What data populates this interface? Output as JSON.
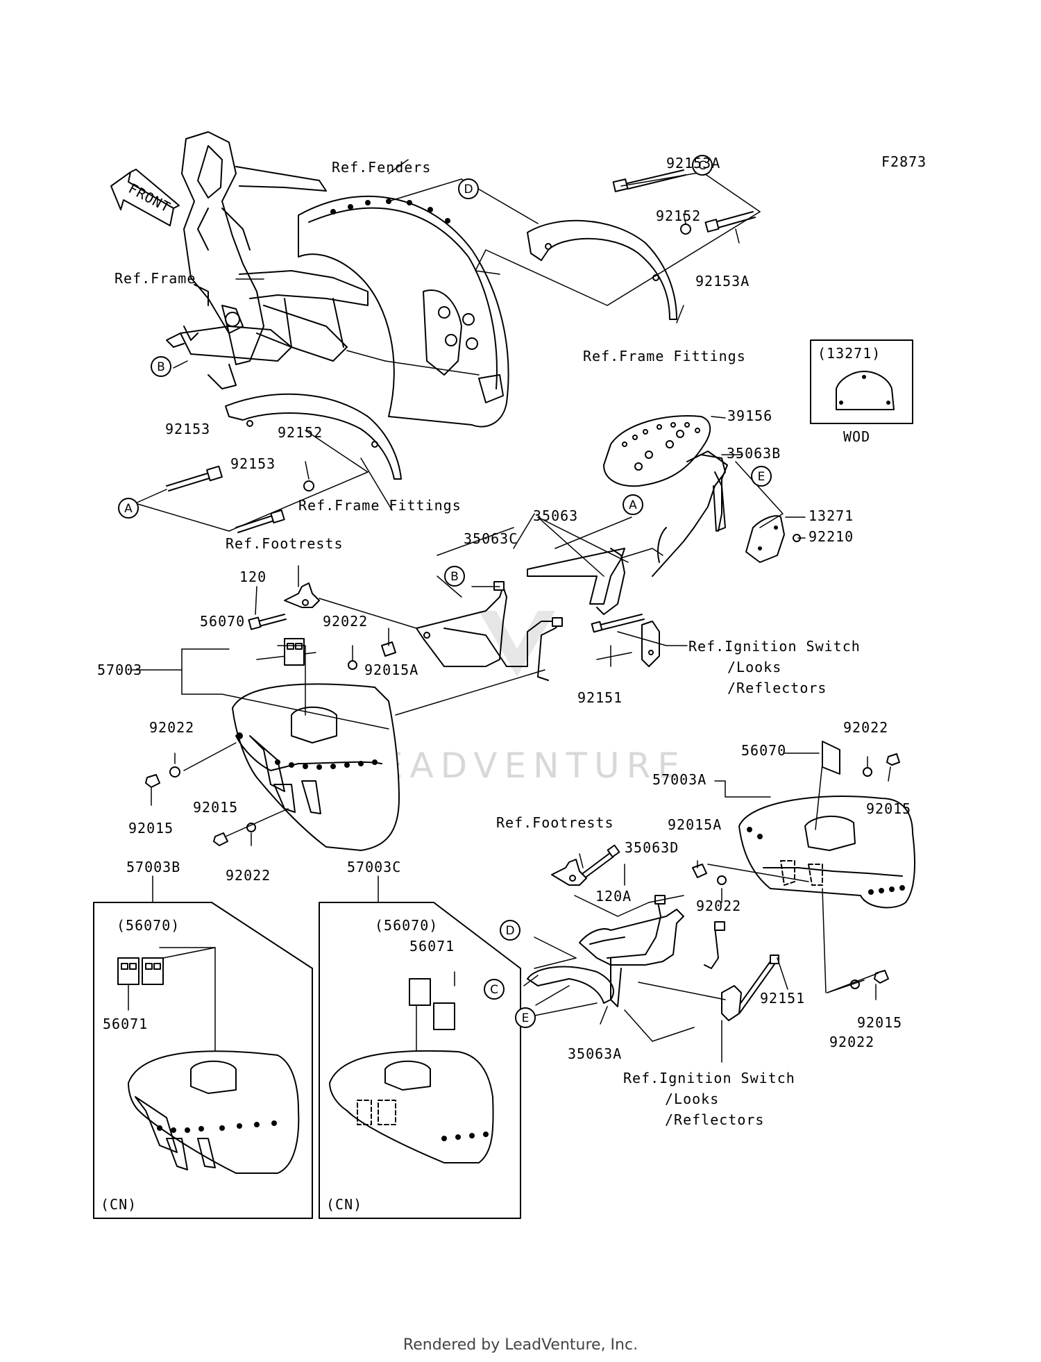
{
  "diagram": {
    "figure_code": "F2873",
    "watermark": "LEADVENTURE",
    "front_badge": "FRONT",
    "labels": [
      {
        "id": "92153A_top",
        "text": "92153A"
      },
      {
        "id": "92152_top",
        "text": "92152"
      },
      {
        "id": "92153A_right",
        "text": "92153A"
      },
      {
        "id": "ref_fenders",
        "text": "Ref.Fenders"
      },
      {
        "id": "ref_frame",
        "text": "Ref.Frame"
      },
      {
        "id": "ref_frame_fittings_top",
        "text": "Ref.Frame Fittings"
      },
      {
        "id": "ref_frame_fittings_mid",
        "text": "Ref.Frame Fittings"
      },
      {
        "id": "13271_box",
        "text": "(13271)"
      },
      {
        "id": "wod",
        "text": "WOD"
      },
      {
        "id": "39156",
        "text": "39156"
      },
      {
        "id": "35063B",
        "text": "35063B"
      },
      {
        "id": "13271",
        "text": "13271"
      },
      {
        "id": "92210",
        "text": "92210"
      },
      {
        "id": "92153_a",
        "text": "92153"
      },
      {
        "id": "92152_mid",
        "text": "92152"
      },
      {
        "id": "92153_b",
        "text": "92153"
      },
      {
        "id": "35063",
        "text": "35063"
      },
      {
        "id": "35063C",
        "text": "35063C"
      },
      {
        "id": "ref_footrests_l",
        "text": "Ref.Footrests"
      },
      {
        "id": "120",
        "text": "120"
      },
      {
        "id": "92022_a",
        "text": "92022"
      },
      {
        "id": "56070_a",
        "text": "56070"
      },
      {
        "id": "57003",
        "text": "57003"
      },
      {
        "id": "92015A_a",
        "text": "92015A"
      },
      {
        "id": "ref_ignition_l1",
        "text": "Ref.Ignition Switch"
      },
      {
        "id": "ref_ignition_l2",
        "text": "/Looks"
      },
      {
        "id": "ref_ignition_l3",
        "text": "/Reflectors"
      },
      {
        "id": "92151_a",
        "text": "92151"
      },
      {
        "id": "92022_b",
        "text": "92022"
      },
      {
        "id": "92015_a",
        "text": "92015"
      },
      {
        "id": "92015_b",
        "text": "92015"
      },
      {
        "id": "92022_c",
        "text": "92022"
      },
      {
        "id": "92022_d",
        "text": "92022"
      },
      {
        "id": "56070_b",
        "text": "56070"
      },
      {
        "id": "57003A",
        "text": "57003A"
      },
      {
        "id": "92015_c",
        "text": "92015"
      },
      {
        "id": "ref_footrests_r",
        "text": "Ref.Footrests"
      },
      {
        "id": "92015A_b",
        "text": "92015A"
      },
      {
        "id": "35063D",
        "text": "35063D"
      },
      {
        "id": "120A",
        "text": "120A"
      },
      {
        "id": "92022_e",
        "text": "92022"
      },
      {
        "id": "57003B",
        "text": "57003B"
      },
      {
        "id": "57003C",
        "text": "57003C"
      },
      {
        "id": "56070_p1",
        "text": "(56070)"
      },
      {
        "id": "56070_p2",
        "text": "(56070)"
      },
      {
        "id": "56071_a",
        "text": "56071"
      },
      {
        "id": "56071_b",
        "text": "56071"
      },
      {
        "id": "92151_b",
        "text": "92151"
      },
      {
        "id": "92015_d",
        "text": "92015"
      },
      {
        "id": "92022_f",
        "text": "92022"
      },
      {
        "id": "35063A",
        "text": "35063A"
      },
      {
        "id": "ref_ignition_r1",
        "text": "Ref.Ignition Switch"
      },
      {
        "id": "ref_ignition_r2",
        "text": "/Looks"
      },
      {
        "id": "ref_ignition_r3",
        "text": "/Reflectors"
      },
      {
        "id": "cn_a",
        "text": "(CN)"
      },
      {
        "id": "cn_b",
        "text": "(CN)"
      }
    ],
    "callouts": [
      {
        "id": "C_top",
        "letter": "C"
      },
      {
        "id": "D_top",
        "letter": "D"
      },
      {
        "id": "B_left",
        "letter": "B"
      },
      {
        "id": "A_left",
        "letter": "A"
      },
      {
        "id": "E_mid",
        "letter": "E"
      },
      {
        "id": "A_mid",
        "letter": "A"
      },
      {
        "id": "B_mid",
        "letter": "B"
      },
      {
        "id": "D_low",
        "letter": "D"
      },
      {
        "id": "C_low",
        "letter": "C"
      },
      {
        "id": "E_low",
        "letter": "E"
      }
    ]
  },
  "footer": {
    "text": "Rendered by LeadVenture, Inc."
  }
}
